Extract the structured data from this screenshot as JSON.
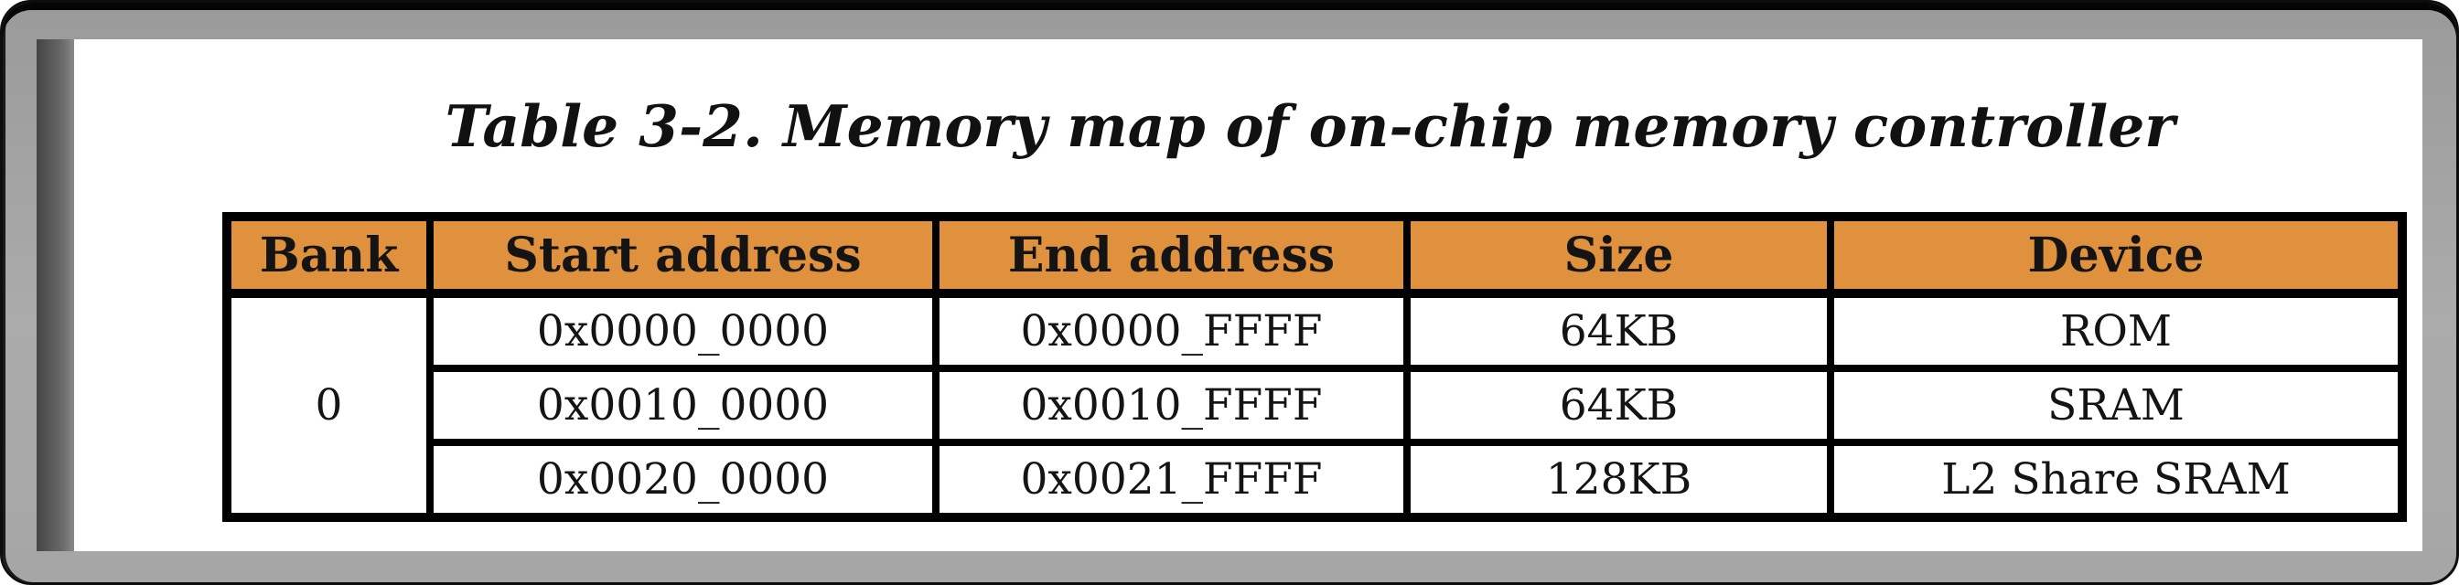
{
  "page": {
    "title": "Table 3-2. Memory map of on-chip memory controller"
  },
  "table": {
    "headers": [
      "Bank",
      "Start address",
      "End address",
      "Size",
      "Device"
    ],
    "bank_label": "0",
    "rows": [
      {
        "start_address": "0x0000_0000",
        "end_address": "0x0000_FFFF",
        "size": "64KB",
        "device": "ROM"
      },
      {
        "start_address": "0x0010_0000",
        "end_address": "0x0010_FFFF",
        "size": "64KB",
        "device": "SRAM"
      },
      {
        "start_address": "0x0020_0000",
        "end_address": "0x0021_FFFF",
        "size": "128KB",
        "device": "L2 Share SRAM"
      }
    ],
    "colors": {
      "header_bg": "#E0913E",
      "border": "#000000"
    }
  }
}
